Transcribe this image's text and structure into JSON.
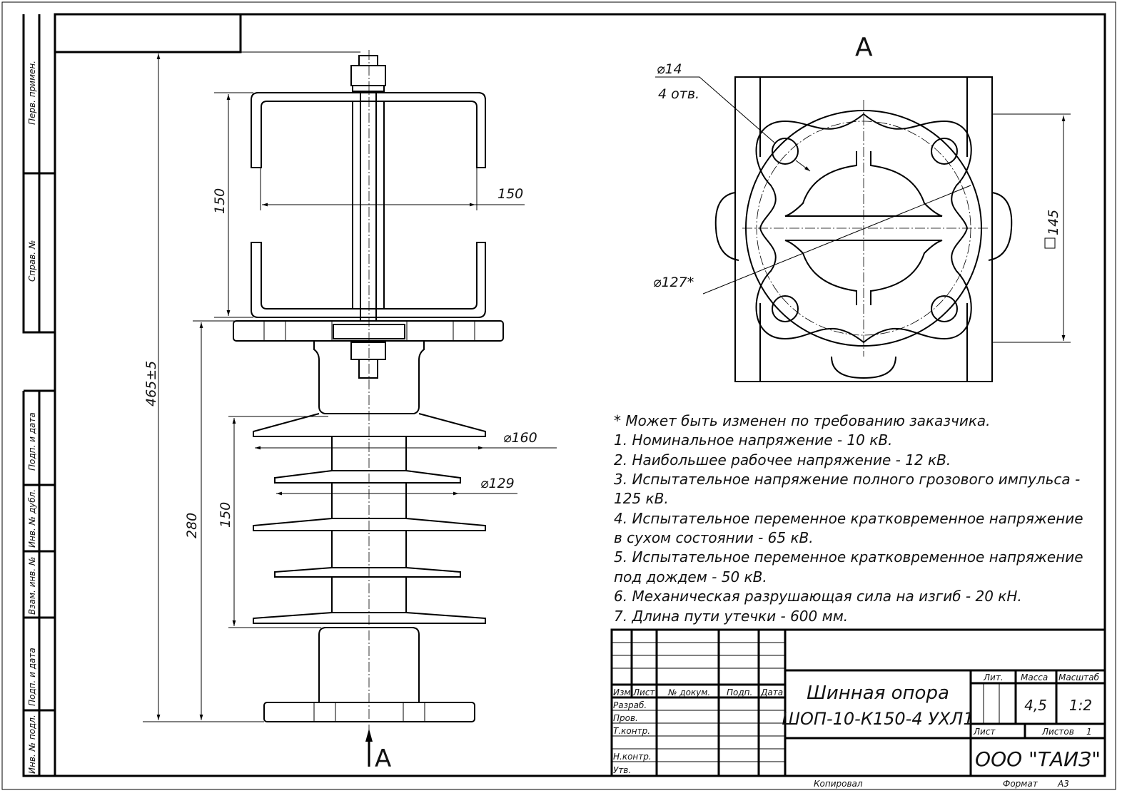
{
  "side_strip": [
    "Перв. примен.",
    "Справ. №",
    "Подп. и дата",
    "Инв. № дубл.",
    "Взам. инв. №",
    "Подп. и дата",
    "Инв. № подл."
  ],
  "view_label": "А",
  "dimensions": {
    "total_height": "465±5",
    "bracket_height": "150",
    "bracket_width": "150",
    "insulator_height": "280",
    "shed_span": "150",
    "shed_large_dia": "⌀160",
    "shed_small_dia": "⌀129",
    "hole_dia": "⌀14",
    "hole_count": "4 отв.",
    "circle_dia": "⌀127*",
    "square": "145"
  },
  "notes": [
    "* Может быть изменен по требованию заказчика.",
    "1. Номинальное напряжение - 10 кВ.",
    "2. Наибольшее рабочее напряжение - 12 кВ.",
    "3. Испытательное напряжение полного грозового импульса -",
    "125 кВ.",
    "4. Испытательное переменное кратковременное напряжение",
    "в сухом состоянии - 65 кВ.",
    "5. Испытательное переменное кратковременное напряжение",
    "под дождем - 50 кВ.",
    "6. Механическая разрушающая сила на изгиб - 20 кН.",
    "7. Длина пути утечки - 600 мм."
  ],
  "title_block": {
    "headers": [
      "Изм.",
      "Лист",
      "№ докум.",
      "Подп.",
      "Дата"
    ],
    "roles": [
      "Разраб.",
      "Пров.",
      "Т.контр.",
      "Н.контр.",
      "Утв."
    ],
    "title_line1": "Шинная опора",
    "title_line2": "ШОП-10-К150-4 УХЛ1",
    "lit_label": "Лит.",
    "mass_label": "Масса",
    "scale_label": "Масштаб",
    "mass": "4,5",
    "scale": "1:2",
    "sheet_label": "Лист",
    "sheets_label": "Листов",
    "sheets": "1",
    "company": "ООО \"ТАИЗ\"",
    "copied": "Копировал",
    "format_label": "Формат",
    "format": "А3"
  }
}
